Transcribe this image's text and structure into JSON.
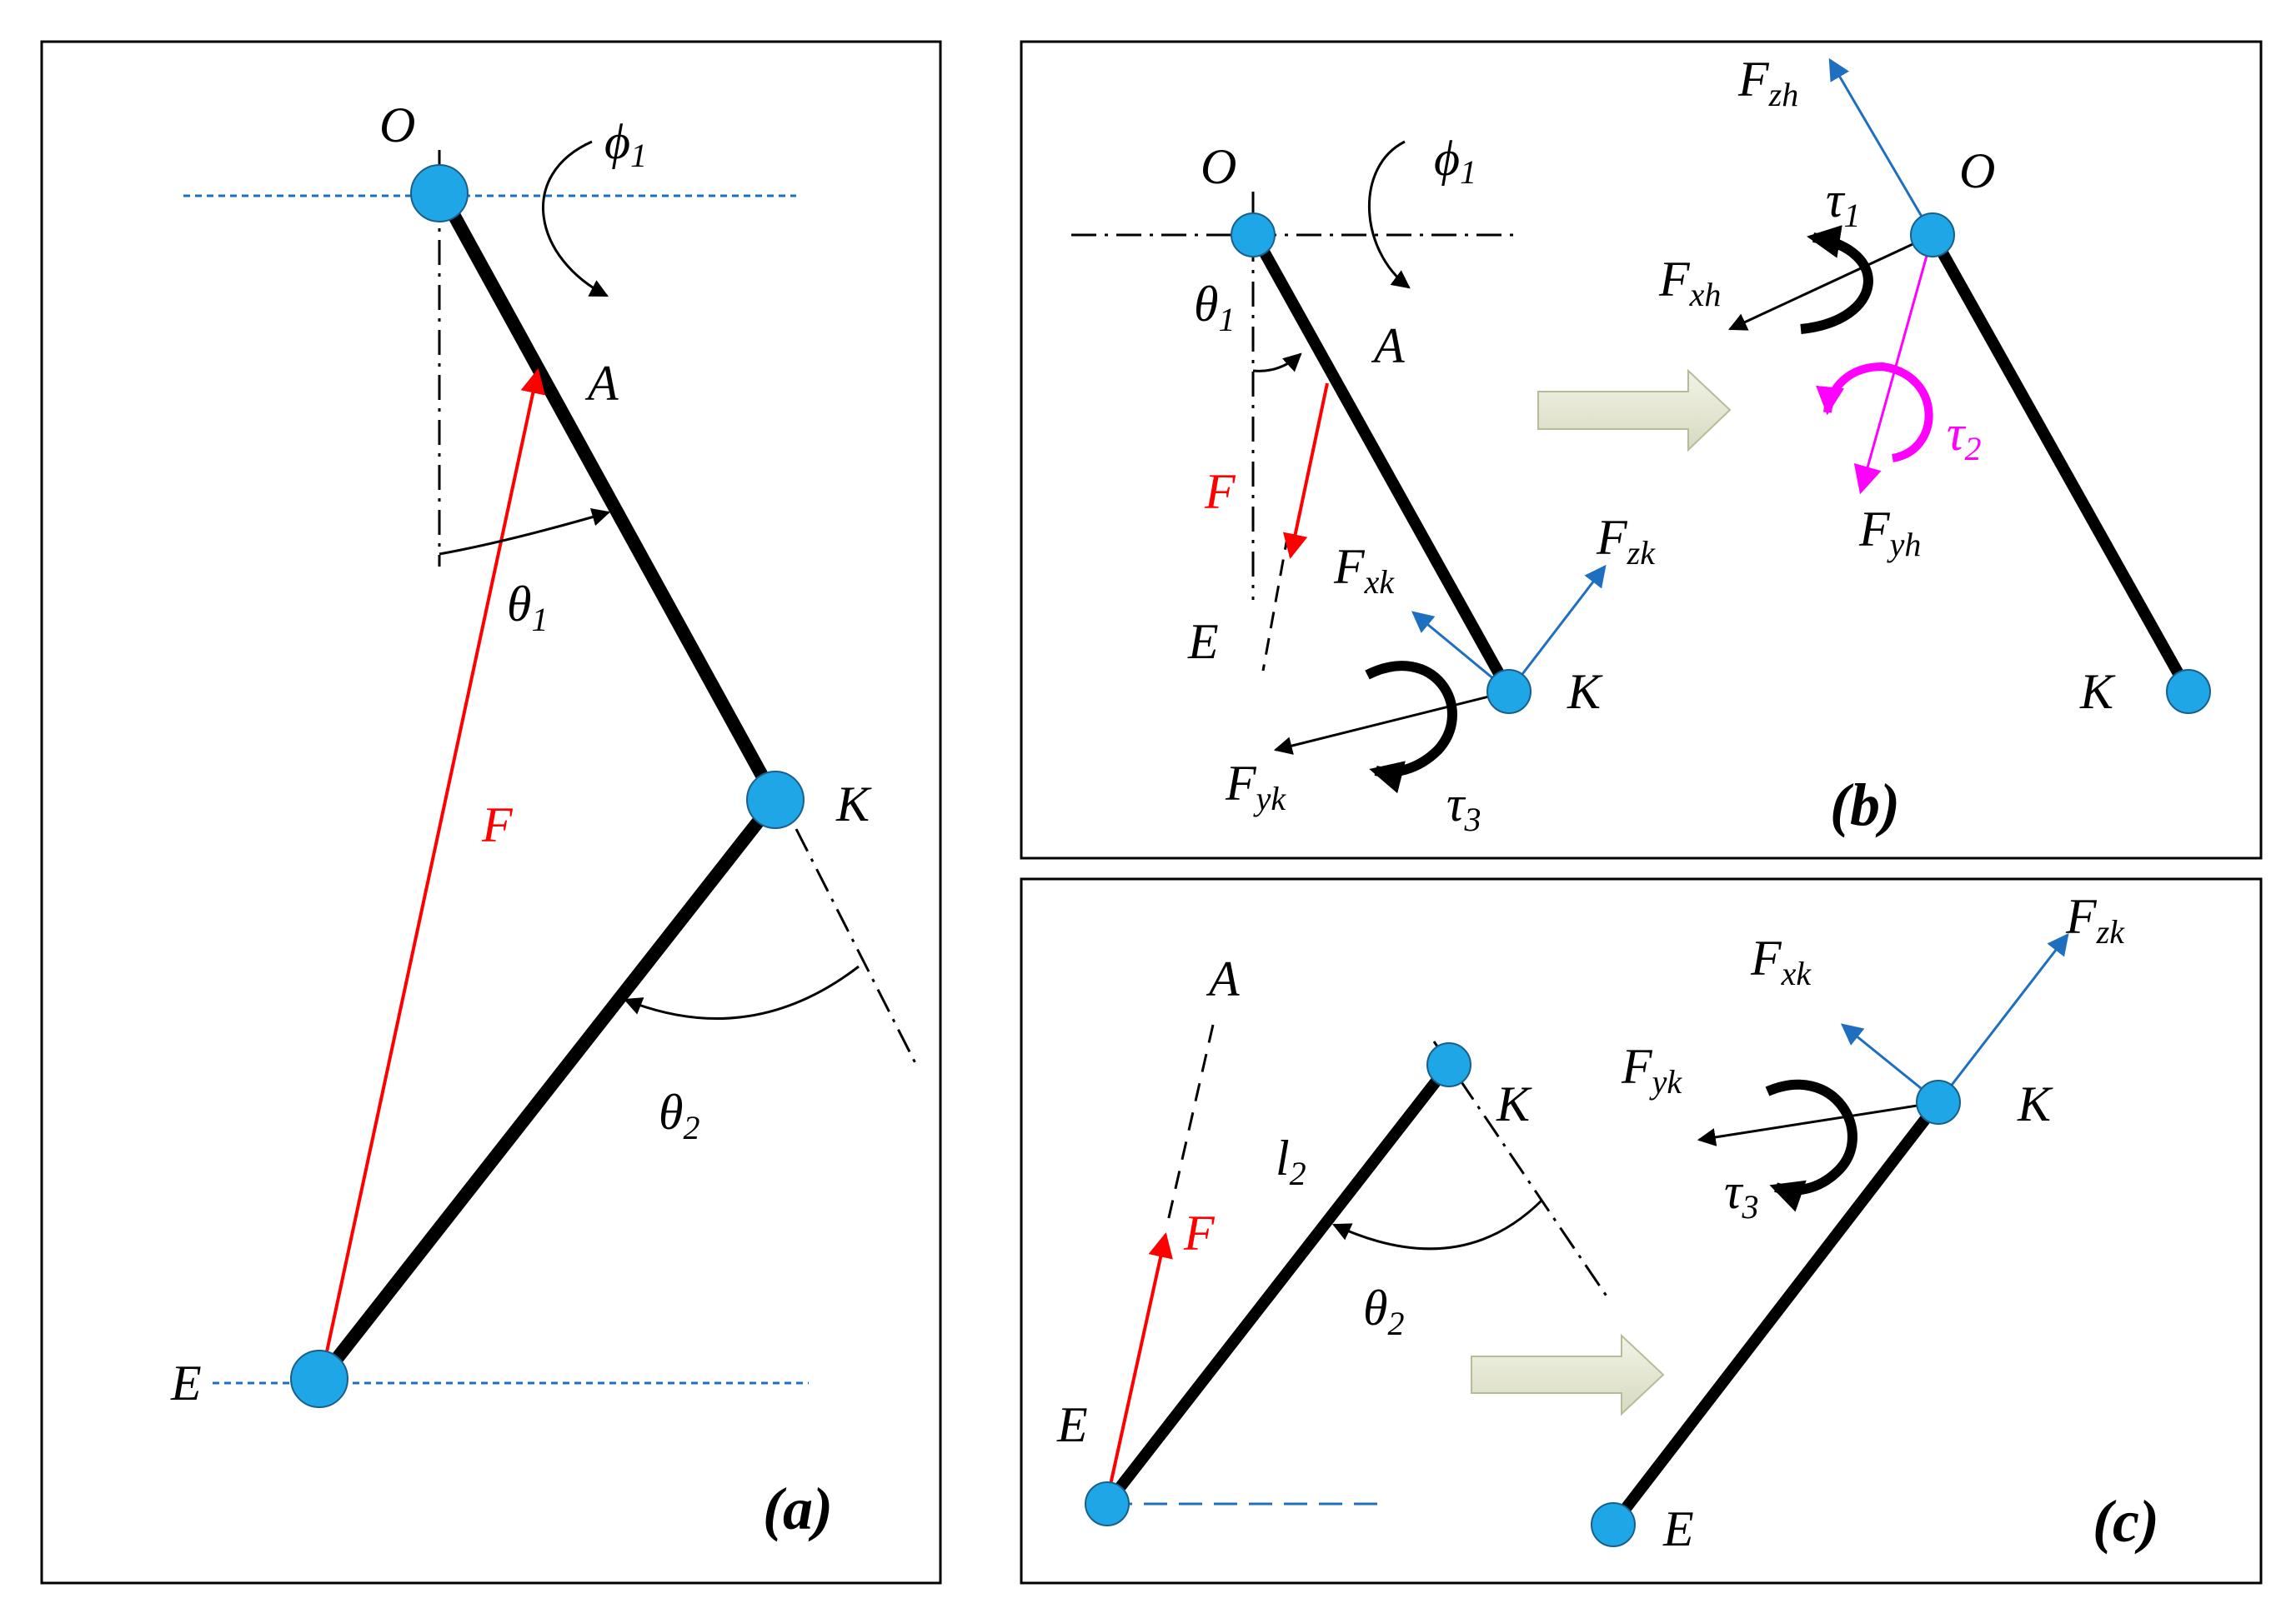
{
  "panels": [
    {
      "id": "a",
      "tag": "(a)",
      "labels": {
        "O": "O",
        "A": "A",
        "K": "K",
        "E": "E",
        "F": "F",
        "phi1": "ϕ",
        "phi1_sub": "1",
        "theta1": "θ",
        "theta1_sub": "1",
        "theta2": "θ",
        "theta2_sub": "2"
      }
    },
    {
      "id": "b",
      "tag": "(b)",
      "labels": {
        "O": "O",
        "A": "A",
        "K": "K",
        "E": "E",
        "F": "F",
        "phi1": "ϕ",
        "phi1_sub": "1",
        "theta1": "θ",
        "theta1_sub": "1",
        "Fxk": "F",
        "Fxk_sub": "xk",
        "Fzk": "F",
        "Fzk_sub": "zk",
        "Fyk": "F",
        "Fyk_sub": "yk",
        "tau3": "τ",
        "tau3_sub": "3",
        "O2": "O",
        "K2": "K",
        "Fzh": "F",
        "Fzh_sub": "zh",
        "Fxh": "F",
        "Fxh_sub": "xh",
        "Fyh": "F",
        "Fyh_sub": "yh",
        "tau1": "τ",
        "tau1_sub": "1",
        "tau2": "τ",
        "tau2_sub": "2"
      }
    },
    {
      "id": "c",
      "tag": "(c)",
      "labels": {
        "A": "A",
        "K": "K",
        "E": "E",
        "F": "F",
        "l2": "l",
        "l2_sub": "2",
        "theta2": "θ",
        "theta2_sub": "2",
        "Fxk": "F",
        "Fxk_sub": "xk",
        "Fzk": "F",
        "Fzk_sub": "zk",
        "Fyk": "F",
        "Fyk_sub": "yk",
        "tau3": "τ",
        "tau3_sub": "3",
        "K2": "K",
        "E2": "E"
      }
    }
  ],
  "colors": {
    "link": "#000000",
    "joint": "#1ea6e6",
    "force": "#ff0000",
    "reaction": "#1f6fc0",
    "moment_hip": "#ff00ff",
    "arrow_block": "#e6e8d4",
    "frame": "#000000"
  }
}
